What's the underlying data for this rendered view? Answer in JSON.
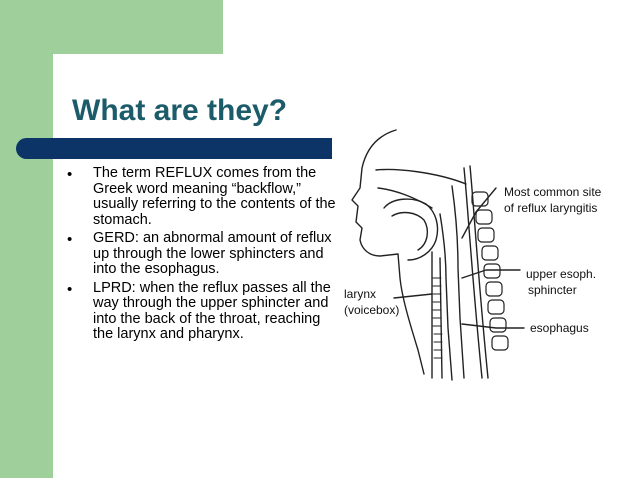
{
  "slide": {
    "title": "What are they?",
    "bullets": [
      "The term REFLUX comes from the Greek word meaning “backflow,” usually referring to the contents of the stomach.",
      "GERD: an abnormal amount of reflux up through the lower sphincters and into the esophagus.",
      "LPRD: when the reflux passes all the way through the upper sphincter and into the back of the throat, reaching the larynx and pharynx."
    ],
    "bullet_glyph": "•"
  },
  "diagram": {
    "labels": {
      "most_common_line1": "Most common site",
      "most_common_line2": "of reflux laryngitis",
      "upper_esoph_line1": "upper esoph.",
      "upper_esoph_line2": "sphincter",
      "larynx_line1": "larynx",
      "larynx_line2": "(voicebox)",
      "esophagus": "esophagus"
    }
  },
  "colors": {
    "green": "#9fd09b",
    "navy": "#0d3467",
    "title": "#1c5c6a"
  }
}
